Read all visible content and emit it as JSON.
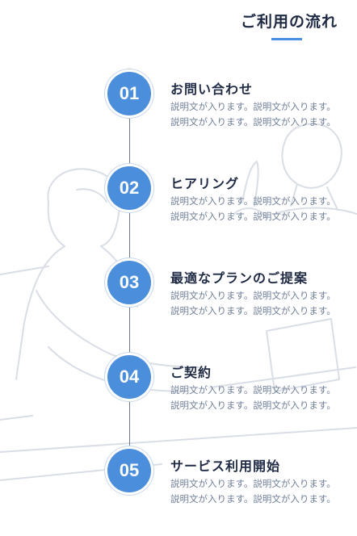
{
  "section": {
    "title": "ご利用の流れ"
  },
  "colors": {
    "accent": "#4b8edb",
    "underline": "#4a90e2",
    "text": "#1f2a44",
    "muted": "#6f7f98"
  },
  "steps": [
    {
      "number": "01",
      "title": "お問い合わせ",
      "desc_line1": "説明文が入ります。説明文が入ります。",
      "desc_line2": "説明文が入ります。説明文が入ります。"
    },
    {
      "number": "02",
      "title": "ヒアリング",
      "desc_line1": "説明文が入ります。説明文が入ります。",
      "desc_line2": "説明文が入ります。説明文が入ります。"
    },
    {
      "number": "03",
      "title": "最適なプランのご提案",
      "desc_line1": "説明文が入ります。説明文が入ります。",
      "desc_line2": "説明文が入ります。説明文が入ります。"
    },
    {
      "number": "04",
      "title": "ご契約",
      "desc_line1": "説明文が入ります。説明文が入ります。",
      "desc_line2": "説明文が入ります。説明文が入ります。"
    },
    {
      "number": "05",
      "title": "サービス利用開始",
      "desc_line1": "説明文が入ります。説明文が入ります。",
      "desc_line2": "説明文が入ります。説明文が入ります。"
    }
  ]
}
